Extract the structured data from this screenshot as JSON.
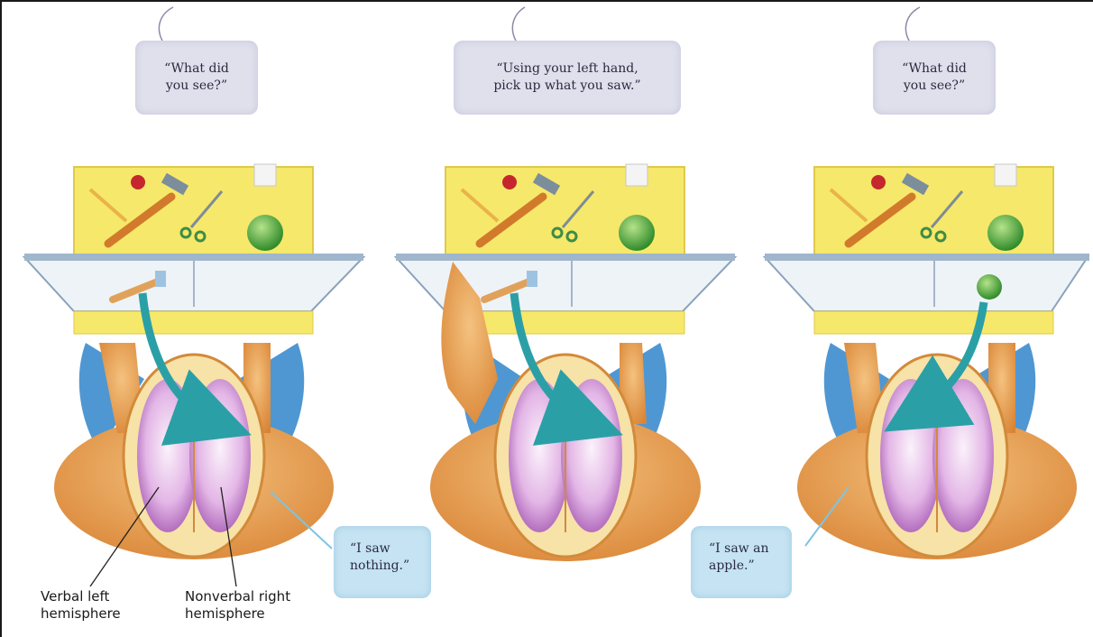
{
  "panels": [
    {
      "prompt_lines": [
        "“What did",
        "you see?”"
      ],
      "response_lines": [
        "“I saw",
        "nothing.”"
      ]
    },
    {
      "prompt_lines": [
        "“Using your left hand,",
        "pick up what you saw.”"
      ]
    },
    {
      "prompt_lines": [
        "“What did",
        "you see?”"
      ],
      "response_lines": [
        "“I saw an",
        "apple.”"
      ]
    }
  ],
  "labels": {
    "left_hemisphere": [
      "Verbal left",
      "hemisphere"
    ],
    "right_hemisphere": [
      "Nonverbal right",
      "hemisphere"
    ]
  },
  "icons": [
    "apple-icon",
    "hammer-icon",
    "scissors-icon",
    "pencil-icon",
    "cup-icon",
    "green-apple-icon"
  ],
  "colors": {
    "board": "#f6e86a",
    "screen": "#eef3f8",
    "skin": "#e9a45a",
    "hair_shirt": "#4f97d2",
    "brain": "#c98ad2",
    "arrow": "#2aa0a6",
    "bubble_purple": "#dfe0ec",
    "bubble_blue": "#c5e3f2"
  }
}
